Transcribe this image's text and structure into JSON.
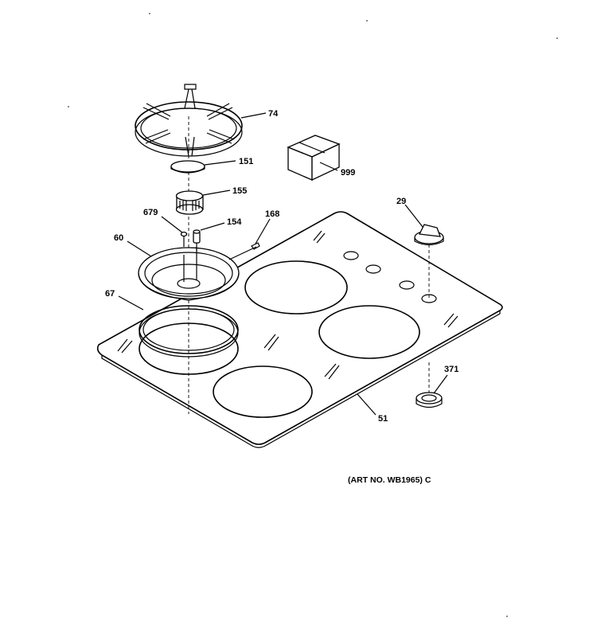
{
  "diagram": {
    "art_number": "(ART NO. WB1965) C",
    "callouts": [
      {
        "id": "74",
        "part": "burner-grate"
      },
      {
        "id": "151",
        "part": "burner-cap"
      },
      {
        "id": "155",
        "part": "burner-head"
      },
      {
        "id": "679",
        "part": "screw"
      },
      {
        "id": "154",
        "part": "igniter-electrode"
      },
      {
        "id": "168",
        "part": "clip"
      },
      {
        "id": "60",
        "part": "burner-bowl"
      },
      {
        "id": "67",
        "part": "gasket-ring"
      },
      {
        "id": "29",
        "part": "control-knob"
      },
      {
        "id": "999",
        "part": "parts-box"
      },
      {
        "id": "371",
        "part": "bezel"
      },
      {
        "id": "51",
        "part": "cooktop-glass"
      }
    ]
  }
}
